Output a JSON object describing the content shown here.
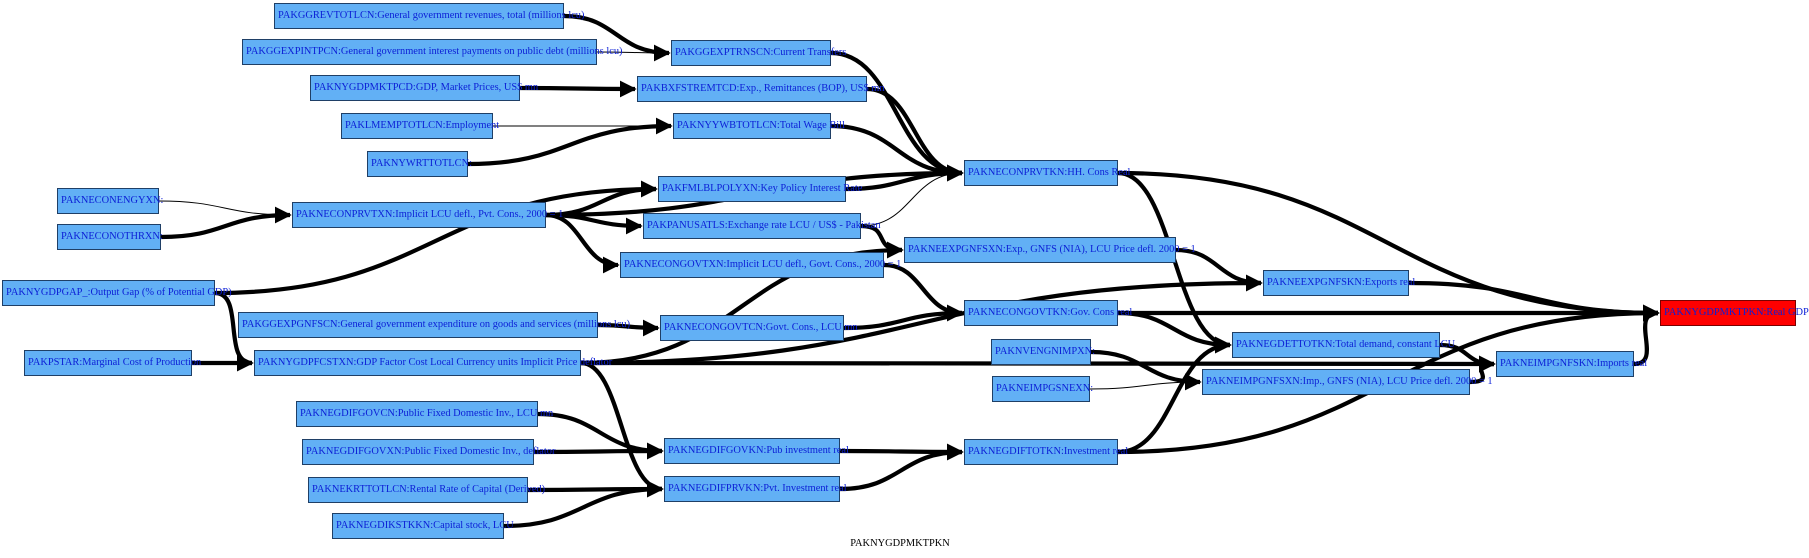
{
  "graph": {
    "caption": "PAKNYGDPMKTPKN",
    "colors": {
      "node_fill": "#62b0f5",
      "target_fill": "#ff0000",
      "edge": "#000000",
      "label": "#0c1fd6"
    },
    "nodes": {
      "ggrev": "PAKGGREVTOTLCN:General government revenues, total (millions lcu)",
      "ggexpint": "PAKGGEXPINTPCN:General government interest payments on public debt (millions lcu)",
      "gdpmktpcd": "PAKNYGDPMKTPCD:GDP, Market Prices, US$ mn",
      "lmemp": "PAKLMEMPTOTLCN:Employment",
      "wrt": "PAKNYWRTTOTLCN:",
      "conengy": "PAKNECONENGYXN:",
      "conothr": "PAKNECONOTHRXN:",
      "gdpgap": "PAKNYGDPGAP_:Output Gap (% of Potential GDP)",
      "pstar": "PAKPSTAR:Marginal Cost of Production",
      "ggtrnsc": "PAKGGEXPTRNSCN:Current Transfers",
      "rmtrem": "PAKBXFSTREMTCD:Exp., Remittances (BOP), US$ mn",
      "wagebill": "PAKNYYWBTOTLCN:Total Wage Bill",
      "conprvtxn": "PAKNECONPRVTXN:Implicit LCU defl., Pvt. Cons., 2000 = 1",
      "keypolicy": "PAKFMLBLPOLYXN:Key Policy Interest Rate",
      "exrate": "PAKPANUSATLS:Exchange rate LCU / US$ - Pakistan",
      "congovtxn": "PAKNECONGOVTXN:Implicit LCU defl., Govt. Cons., 2000 = 1",
      "ggexpgnfs": "PAKGGEXPGNFSCN:General government expenditure on goods and services (millions lcu)",
      "gdpfcst": "PAKNYGDPFCSTXN:GDP Factor Cost Local Currency units Implicit Price deflator",
      "gdfgovcn": "PAKNEGDIFGOVCN:Public Fixed Domestic Inv., LCU mn",
      "gdfgovxn": "PAKNEGDIFGOVXN:Public Fixed Domestic Inv., deflator",
      "krt": "PAKNEKRTTOTLCN:Rental Rate of Capital (Derived)",
      "gdikst": "PAKNEGDIKSTKKN:Capital stock, LCU",
      "conprvtkn": "PAKNECONPRVTKN:HH. Cons Real",
      "expgnfsxn": "PAKNEEXPGNFSXN:Exp., GNFS (NIA), LCU Price defl. 2000 = 1",
      "congovtcn": "PAKNECONGOVTCN:Govt. Cons., LCU mn",
      "congovtkn": "PAKNECONGOVTKN:Gov. Cons real",
      "vengnim": "PAKNVENGNIMPXN:",
      "imgsnex": "PAKNEIMPGSNEXN:",
      "gdfgovkn": "PAKNEGDIFGOVKN:Pub investment real",
      "gdfprvkn": "PAKNEGDIFPRVKN:Pvt. Investment real",
      "expgnfskn": "PAKNEEXPGNFSKN:Exports real",
      "dettotkn": "PAKNEGDETTOTKN:Total demand, constant LCU",
      "impgnfsxn": "PAKNEIMPGNFSXN:Imp., GNFS (NIA), LCU Price defl. 2000 = 1",
      "gdftotkn": "PAKNEGDIFTOTKN:Investment real",
      "impgnfskn": "PAKNEIMPGNFSKN:Imports real",
      "target": "PAKNYGDPMKTPKN:Real GDP"
    },
    "edges": [
      {
        "from": "ggrev",
        "to": "ggtrnsc",
        "weight": "heavy"
      },
      {
        "from": "ggexpint",
        "to": "ggtrnsc",
        "weight": "thin"
      },
      {
        "from": "gdpmktpcd",
        "to": "rmtrem",
        "weight": "heavy"
      },
      {
        "from": "lmemp",
        "to": "wagebill",
        "weight": "thin"
      },
      {
        "from": "wrt",
        "to": "wagebill",
        "weight": "heavy"
      },
      {
        "from": "conengy",
        "to": "conprvtxn",
        "weight": "thin"
      },
      {
        "from": "conothr",
        "to": "conprvtxn",
        "weight": "heavy"
      },
      {
        "from": "gdpgap",
        "to": "keypolicy",
        "weight": "heavy"
      },
      {
        "from": "gdpgap",
        "to": "gdpfcst",
        "weight": "heavy"
      },
      {
        "from": "pstar",
        "to": "gdpfcst",
        "weight": "heavy"
      },
      {
        "from": "ggtrnsc",
        "to": "conprvtkn",
        "weight": "heavy"
      },
      {
        "from": "rmtrem",
        "to": "conprvtkn",
        "weight": "heavy"
      },
      {
        "from": "wagebill",
        "to": "conprvtkn",
        "weight": "heavy"
      },
      {
        "from": "conprvtxn",
        "to": "conprvtkn",
        "weight": "heavy"
      },
      {
        "from": "conprvtxn",
        "to": "keypolicy",
        "weight": "heavy"
      },
      {
        "from": "conprvtxn",
        "to": "exrate",
        "weight": "heavy"
      },
      {
        "from": "conprvtxn",
        "to": "congovtxn",
        "weight": "heavy"
      },
      {
        "from": "keypolicy",
        "to": "conprvtkn",
        "weight": "heavy"
      },
      {
        "from": "exrate",
        "to": "conprvtkn",
        "weight": "thin"
      },
      {
        "from": "exrate",
        "to": "expgnfsxn",
        "weight": "heavy"
      },
      {
        "from": "congovtxn",
        "to": "congovtkn",
        "weight": "heavy"
      },
      {
        "from": "ggexpgnfs",
        "to": "congovtcn",
        "weight": "heavy"
      },
      {
        "from": "congovtcn",
        "to": "congovtkn",
        "weight": "heavy"
      },
      {
        "from": "gdpfcst",
        "to": "expgnfsxn",
        "weight": "heavy"
      },
      {
        "from": "gdpfcst",
        "to": "expgnfskn",
        "weight": "heavy"
      },
      {
        "from": "gdpfcst",
        "to": "impgnfskn",
        "weight": "heavy"
      },
      {
        "from": "gdpfcst",
        "to": "gdfprvkn",
        "weight": "heavy"
      },
      {
        "from": "gdfgovcn",
        "to": "gdfgovkn",
        "weight": "heavy"
      },
      {
        "from": "gdfgovxn",
        "to": "gdfgovkn",
        "weight": "heavy"
      },
      {
        "from": "krt",
        "to": "gdfprvkn",
        "weight": "heavy"
      },
      {
        "from": "gdikst",
        "to": "gdfprvkn",
        "weight": "heavy"
      },
      {
        "from": "gdfgovkn",
        "to": "gdftotkn",
        "weight": "heavy"
      },
      {
        "from": "gdfprvkn",
        "to": "gdftotkn",
        "weight": "heavy"
      },
      {
        "from": "conprvtkn",
        "to": "target",
        "weight": "heavy"
      },
      {
        "from": "conprvtkn",
        "to": "dettotkn",
        "weight": "heavy"
      },
      {
        "from": "expgnfsxn",
        "to": "expgnfskn",
        "weight": "heavy"
      },
      {
        "from": "expgnfskn",
        "to": "target",
        "weight": "heavy"
      },
      {
        "from": "congovtkn",
        "to": "target",
        "weight": "heavy"
      },
      {
        "from": "congovtkn",
        "to": "dettotkn",
        "weight": "heavy"
      },
      {
        "from": "vengnim",
        "to": "impgnfsxn",
        "weight": "heavy"
      },
      {
        "from": "imgsnex",
        "to": "impgnfsxn",
        "weight": "thin"
      },
      {
        "from": "gdftotkn",
        "to": "dettotkn",
        "weight": "heavy"
      },
      {
        "from": "gdftotkn",
        "to": "target",
        "weight": "heavy"
      },
      {
        "from": "dettotkn",
        "to": "impgnfskn",
        "weight": "heavy"
      },
      {
        "from": "impgnfsxn",
        "to": "impgnfskn",
        "weight": "heavy"
      },
      {
        "from": "impgnfskn",
        "to": "target",
        "weight": "heavy"
      }
    ]
  }
}
